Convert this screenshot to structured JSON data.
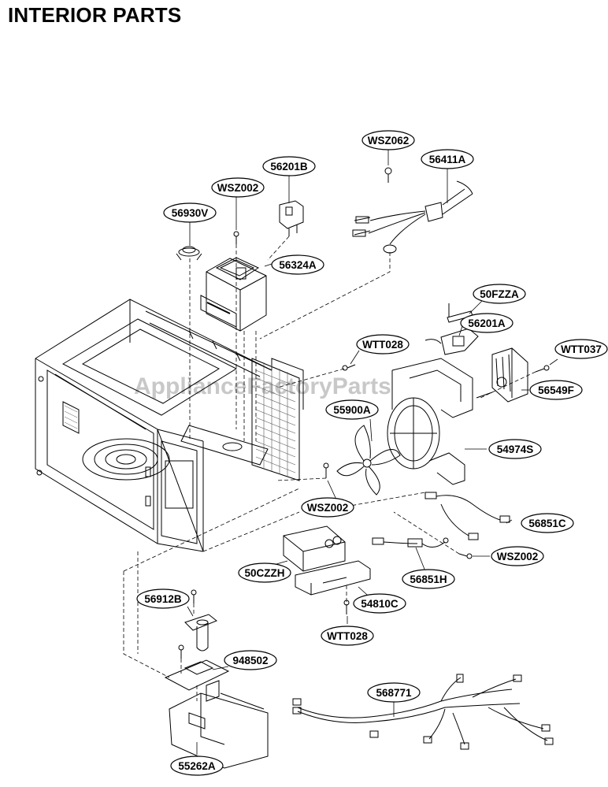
{
  "title": "INTERIOR PARTS",
  "watermark": "ApplianceFactoryParts",
  "parts": [
    {
      "id": "WSZ062"
    },
    {
      "id": "56411A"
    },
    {
      "id": "56201B"
    },
    {
      "id": "WSZ002"
    },
    {
      "id": "56930V"
    },
    {
      "id": "56324A"
    },
    {
      "id": "50FZZA"
    },
    {
      "id": "56201A"
    },
    {
      "id": "WTT028"
    },
    {
      "id": "WTT037"
    },
    {
      "id": "56549F"
    },
    {
      "id": "55900A"
    },
    {
      "id": "54974S"
    },
    {
      "id": "WSZ002"
    },
    {
      "id": "56851C"
    },
    {
      "id": "WSZ002"
    },
    {
      "id": "50CZZH"
    },
    {
      "id": "56851H"
    },
    {
      "id": "54810C"
    },
    {
      "id": "56912B"
    },
    {
      "id": "WTT028"
    },
    {
      "id": "948502"
    },
    {
      "id": "568771"
    },
    {
      "id": "55262A"
    }
  ]
}
